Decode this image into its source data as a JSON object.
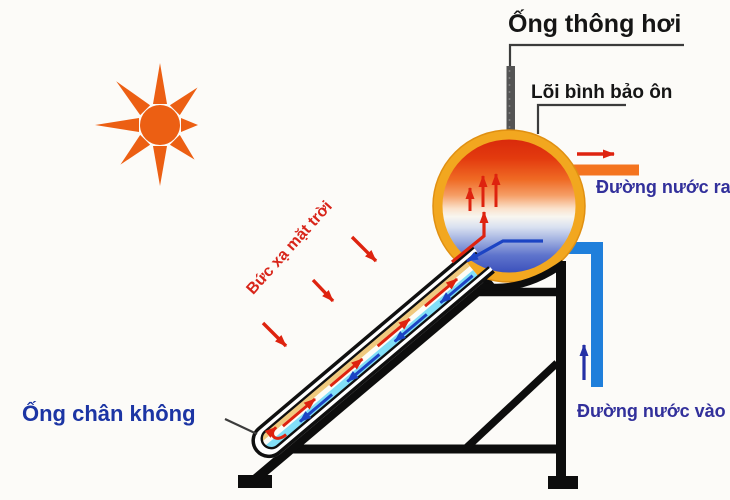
{
  "labels": {
    "vent_pipe": "Ống thông hơi",
    "tank_core": "Lõi bình bảo ôn",
    "water_out": "Đường nước ra",
    "water_in": "Đường nước vào",
    "vacuum_tube": "Ống chân không",
    "solar_radiation": "Bức xạ mặt trời"
  },
  "colors": {
    "sun": "#EC5F13",
    "tank_ring": "#F2A71F",
    "tank_hot_top": "#D92A0C",
    "tank_cold_bottom": "#3B51BC",
    "outlet_pipe": "#F4741F",
    "inlet_pipe": "#1F7FDB",
    "hot_arrow": "#DE230F",
    "cold_arrow": "#1C44C4",
    "inlet_arrow": "#2430A6",
    "tube_absorber_strip": "#EFC97E",
    "tube_water_strip": "#82DFF7",
    "label_black": "#151515",
    "label_indigo": "#32309B",
    "label_navy": "#1C35A4",
    "label_red": "#D8251A",
    "frame": "#0D0D0D"
  }
}
